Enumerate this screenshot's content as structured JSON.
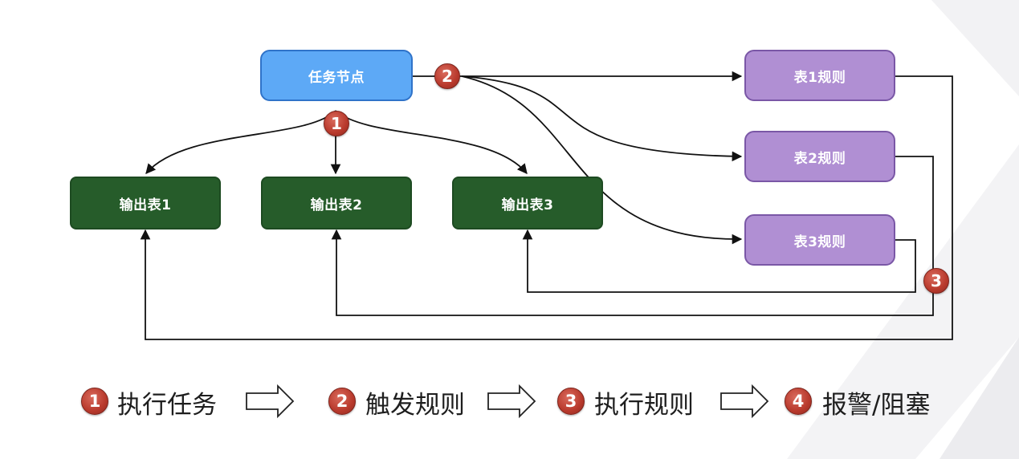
{
  "nodes": {
    "task": "任务节点",
    "out1": "输出表1",
    "out2": "输出表2",
    "out3": "输出表3",
    "rule1": "表1规则",
    "rule2": "表2规则",
    "rule3": "表3规则"
  },
  "badges": {
    "b1": "1",
    "b2": "2",
    "b3": "3",
    "b4": "4"
  },
  "legend": {
    "step1": "执行任务",
    "step2": "触发规则",
    "step3": "执行规则",
    "step4": "报警/阻塞"
  },
  "colors": {
    "task_fill": "#5da9f6",
    "output_fill": "#265c2a",
    "rule_fill": "#b08fd3",
    "badge_fill": "#b8392c"
  }
}
